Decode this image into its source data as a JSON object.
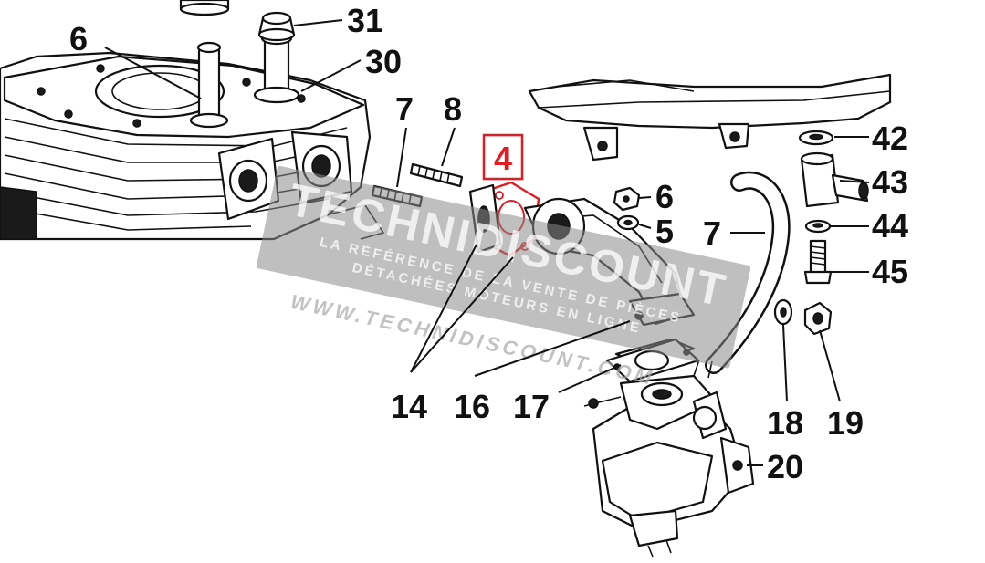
{
  "diagram": {
    "highlight_color": "#e31b23",
    "callouts": [
      {
        "id": "c6a",
        "label": "6"
      },
      {
        "id": "c31",
        "label": "31"
      },
      {
        "id": "c30",
        "label": "30"
      },
      {
        "id": "c7a",
        "label": "7"
      },
      {
        "id": "c8",
        "label": "8"
      },
      {
        "id": "c4",
        "label": "4",
        "highlighted": true
      },
      {
        "id": "c6b",
        "label": "6"
      },
      {
        "id": "c5",
        "label": "5"
      },
      {
        "id": "c7b",
        "label": "7"
      },
      {
        "id": "c42",
        "label": "42"
      },
      {
        "id": "c43",
        "label": "43"
      },
      {
        "id": "c44",
        "label": "44"
      },
      {
        "id": "c45",
        "label": "45"
      },
      {
        "id": "c14",
        "label": "14"
      },
      {
        "id": "c16",
        "label": "16"
      },
      {
        "id": "c17",
        "label": "17"
      },
      {
        "id": "c18",
        "label": "18"
      },
      {
        "id": "c19",
        "label": "19"
      },
      {
        "id": "c20",
        "label": "20"
      }
    ]
  },
  "watermark": {
    "brand": "TECHNIDISCOUNT",
    "tagline_1": "LA RÉFÉRENCE DE LA VENTE DE PIÈCES",
    "tagline_2": "DÉTACHÉES MOTEURS EN LIGNE",
    "url": "WWW.TECHNIDISCOUNT.COM"
  }
}
